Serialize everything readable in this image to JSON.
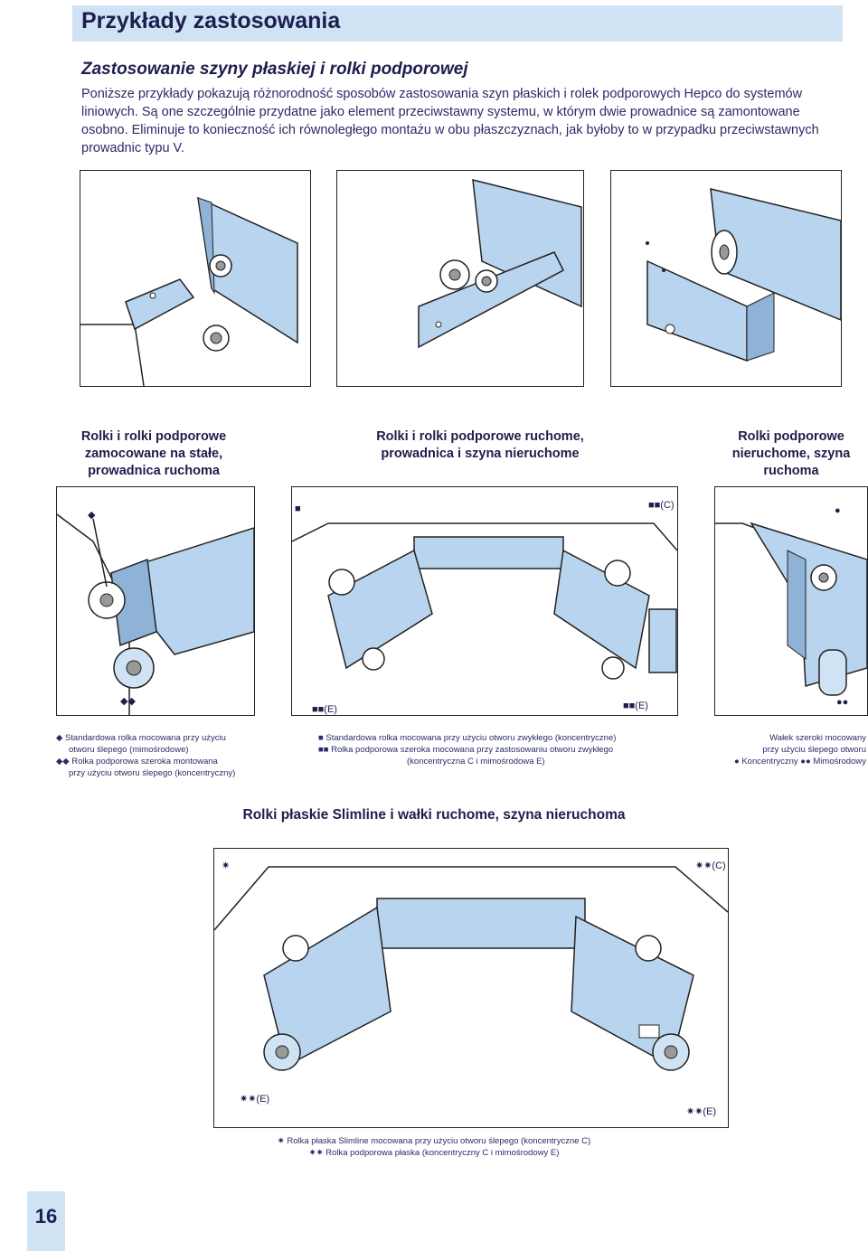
{
  "header": {
    "title": "Przykłady zastosowania"
  },
  "section": {
    "title": "Zastosowanie szyny płaskiej i rolki podporowej",
    "intro": "Poniższe przykłady pokazują różnorodność sposobów zastosowania szyn płaskich i rolek podporowych Hepco do systemów liniowych. Są one szczególnie przydatne jako element przeciwstawny systemu, w którym dwie prowadnice są zamontowane osobno. Eliminuje to konieczność ich równoległego montażu w obu płaszczyznach, jak byłoby to w przypadku przeciwstawnych prowadnic typu V."
  },
  "captions": {
    "c1": [
      "Rolki i rolki podporowe",
      "zamocowane na stałe,",
      "prowadnica ruchoma"
    ],
    "c2": [
      "Rolki i rolki podporowe ruchome,",
      "prowadnica i szyna nieruchome"
    ],
    "c3": [
      "Rolki podporowe",
      "nieruchome, szyna",
      "ruchoma"
    ]
  },
  "symbols": {
    "f4_top": "◆",
    "f4_bottom": "◆◆",
    "f5_top_left": "■",
    "f5_top_right": "■■(C)",
    "f5_bottom_left": "■■(E)",
    "f5_bottom_right": "■■(E)",
    "f6_top": "●",
    "f6_bottom": "●●",
    "f7_top_left": "✷",
    "f7_top_right": "✷✷(C)",
    "f7_bottom_left": "✷✷(E)",
    "f7_bottom_right": "✷✷(E)"
  },
  "legends": {
    "l1": [
      "◆ Standardowa rolka mocowana przy użyciu",
      "otworu ślepego (mimośrodowe)",
      "◆◆ Rolka podporowa szeroka montowana",
      "przy użyciu otworu ślepego (koncentryczny)"
    ],
    "l2": [
      "■ Standardowa rolka mocowana przy użyciu otworu zwykłego (koncentryczne)",
      "■■ Rolka podporowa szeroka mocowana przy zastosowaniu otworu zwykłego",
      "(koncentryczna C i mimośrodowa E)"
    ],
    "l3": [
      "Wałek szeroki mocowany",
      "przy użyciu ślepego otworu",
      "● Koncentryczny   ●● Mimośrodowy"
    ],
    "l4": [
      "✷ Rolka płaska Slimline mocowana przy użyciu otworu ślepego (koncentryczne C)",
      "✷✷ Rolka podporowa płaska (koncentryczny C i mimośrodowy E)"
    ]
  },
  "slimline": {
    "title": "Rolki płaskie Slimline i wałki ruchome, szyna nieruchoma"
  },
  "page_number": "16",
  "colors": {
    "header_bg": "#cfe3f5",
    "part_fill": "#b9d4ee",
    "part_dark": "#8fb3d6",
    "text": "#1e1e4e"
  }
}
